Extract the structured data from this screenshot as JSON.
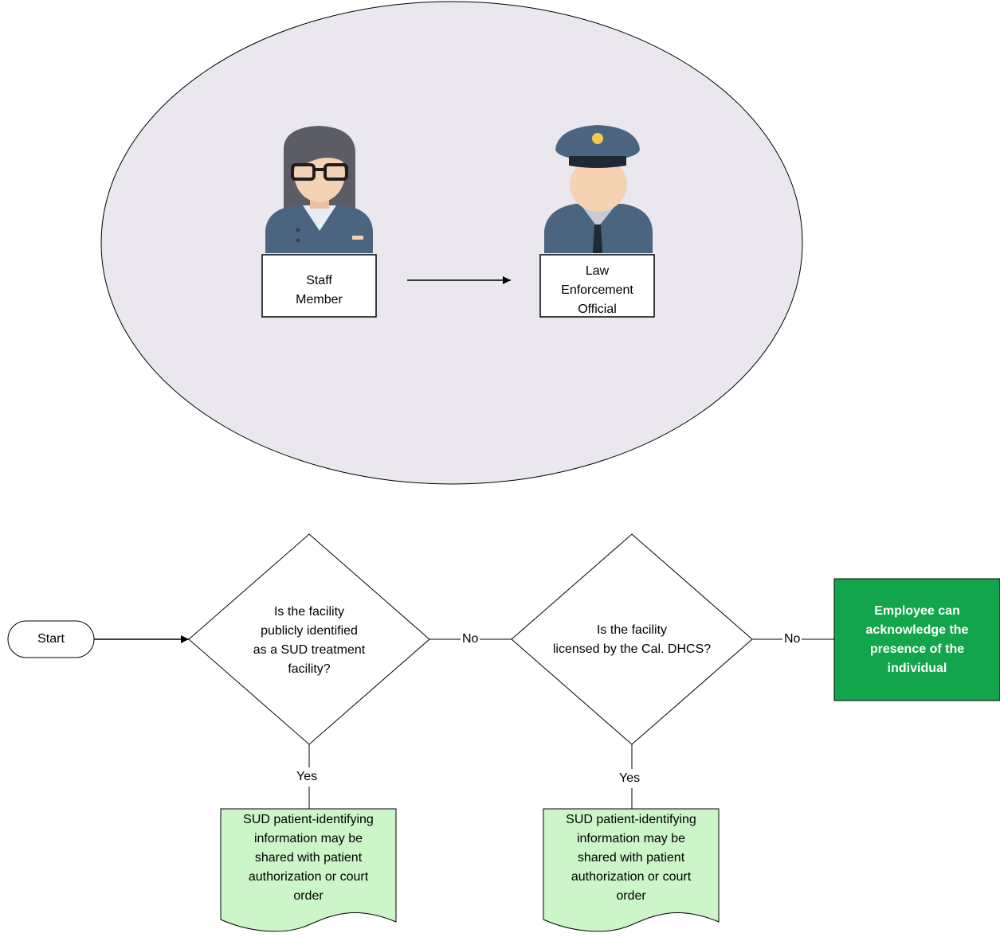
{
  "actors": {
    "staff": {
      "icon": "woman-with-glasses-icon",
      "line1": "Staff",
      "line2": "Member"
    },
    "officer": {
      "icon": "police-officer-icon",
      "line1": "Law",
      "line2": "Enforcement",
      "line3": "Official"
    }
  },
  "flow": {
    "start": "Start",
    "q1": {
      "line1": "Is the facility",
      "line2": "publicly identified",
      "line3": "as a SUD treatment",
      "line4": "facility?"
    },
    "q2": {
      "line1": "Is the facility",
      "line2": "licensed by the Cal. DHCS?"
    },
    "result": {
      "line1": "Employee can",
      "line2": "acknowledge the",
      "line3": "presence of the",
      "line4": "individual"
    },
    "doc1": {
      "line1": "SUD patient-identifying",
      "line2": "information may be",
      "line3": "shared with patient",
      "line4": "authorization or court",
      "line5": "order"
    },
    "doc2": {
      "line1": "SUD patient-identifying",
      "line2": "information may be",
      "line3": "shared with patient",
      "line4": "authorization or court",
      "line5": "order"
    },
    "edge_no_1": "No",
    "edge_no_2": "No",
    "edge_yes_1": "Yes",
    "edge_yes_2": "Yes"
  },
  "colors": {
    "ellipse_fill": "#ebe7ee",
    "result_fill": "#13a54b",
    "doc_fill": "#ccf5c9",
    "uniform": "#4b6580",
    "skin": "#f6d2b4"
  }
}
